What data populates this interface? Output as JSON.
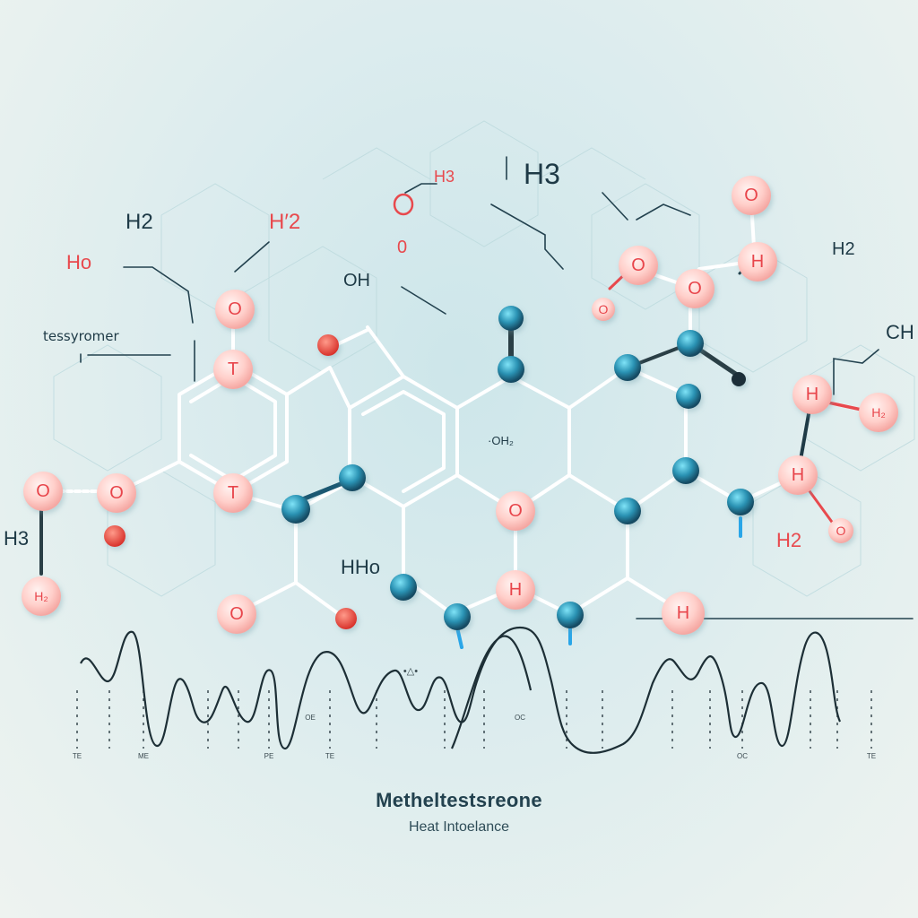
{
  "colors": {
    "background": "#dcecee",
    "bond": "#ffffff",
    "oxygen_atom": "#ffc9c4",
    "oxygen_letter": "#e8454b",
    "carbon_atom": "#2c8fae",
    "carbon_dark": "#1b5872",
    "red_atom": "#e5483e",
    "wave_line": "#1d2f36",
    "text_dark": "#1e3a46",
    "text_red": "#e8494d"
  },
  "labels": {
    "h2_top_left": "H2",
    "h2_red_top": "H′2",
    "h3_top_center": "H3",
    "h3_red_top": "H3",
    "h2_right": "H2",
    "ho_left": "Ho",
    "oh_center": "OH",
    "ch_right": "CH",
    "h3_left": "H3",
    "hho": "HHo",
    "oh_small": "·OH₂",
    "h2_red_right": "H2",
    "tessyromer": "tessyromer",
    "o_small": "0"
  },
  "atom_letters": {
    "o": "O",
    "t": "T",
    "h": "H",
    "h2": "H₂",
    "hs": "H₂"
  },
  "wave_ticks": [
    "TE",
    "ME",
    "PE",
    "TE",
    "OE",
    "OC",
    "OC",
    "TE"
  ],
  "wave_peak_label": "•△•",
  "title": "Metheltestsreone",
  "subtitle": "Heat Intoelance"
}
